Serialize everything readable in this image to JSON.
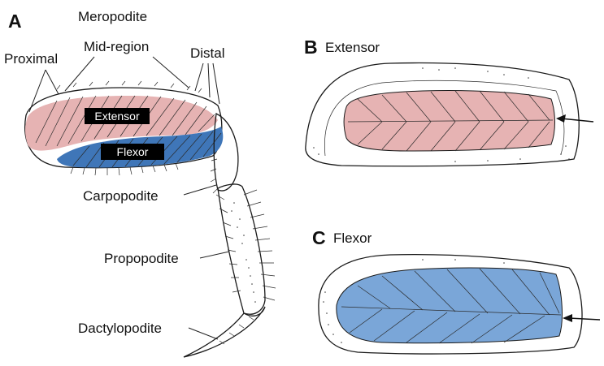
{
  "colors": {
    "extensor": "#e6b3b3",
    "extensor_dark": "#c98c8c",
    "flexor": "#7aa6d8",
    "flexor_dark": "#3f76b8",
    "label_box": "#000000"
  },
  "panel_a": {
    "letter": "A",
    "labels": {
      "meropodite": "Meropodite",
      "mid_region": "Mid-region",
      "proximal": "Proximal",
      "distal": "Distal",
      "carpopodite": "Carpopodite",
      "propopodite": "Propopodite",
      "dactylopodite": "Dactylopodite"
    },
    "muscle_boxes": {
      "extensor": "Extensor",
      "flexor": "Flexor"
    }
  },
  "panel_b": {
    "letter": "B",
    "title": "Extensor"
  },
  "panel_c": {
    "letter": "C",
    "title": "Flexor"
  }
}
